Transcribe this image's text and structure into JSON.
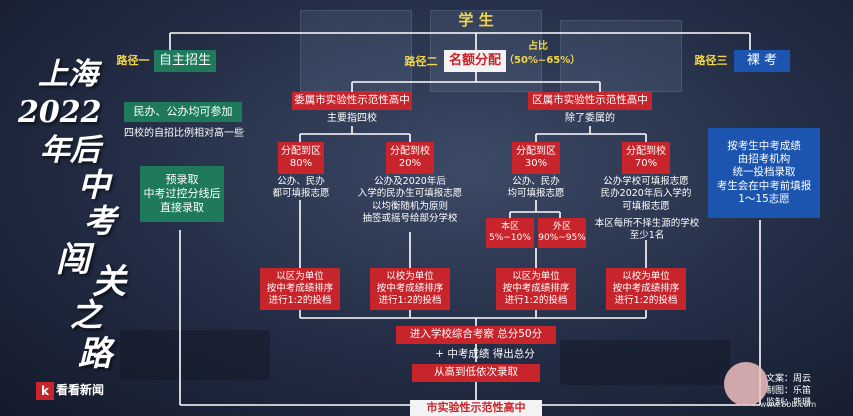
{
  "title": {
    "line1": "上海",
    "line2": "2022",
    "line3": "年后",
    "big1": "中",
    "big2": "考",
    "big3": "闯",
    "big4": "关",
    "big5": "之",
    "big6": "路"
  },
  "top": {
    "label": "学 生"
  },
  "path1": {
    "tag": "路径一",
    "name": "自主招生",
    "desc_head": "民办、公办均可参加",
    "desc": "四校的自招比例相对高一些",
    "pre": "预录取\n中考过控分线后\n直接录取"
  },
  "path2": {
    "tag": "路径二",
    "name": "名额分配",
    "ratio_label": "占比",
    "ratio": "（50%~65%）"
  },
  "path3": {
    "tag": "路径三",
    "name": "裸 考",
    "desc": "按考生中考成绩\n由招考机构\n统一投档录取\n考生会在中考前填报\n1～15志愿"
  },
  "left_branch": {
    "title": "委属市实验性示范性高中",
    "note": "主要指四校",
    "a": {
      "head": "分配到区",
      "pct": "80%",
      "desc": "公办、民办\n都可填报志愿"
    },
    "b": {
      "head": "分配到校",
      "pct": "20%",
      "desc": "公办及2020年后\n入学的民办生可填报志愿\n以均衡随机为原则\n抽签或摇号给部分学校"
    }
  },
  "right_branch": {
    "title": "区属市实验性示范性高中",
    "note": "除了委属的",
    "a": {
      "head": "分配到区",
      "pct": "30%",
      "desc": "公办、民办\n均可填报志愿"
    },
    "b": {
      "head": "分配到校",
      "pct": "70%",
      "desc": "公办学校可填报志愿\n民办2020年后入学的\n可填报志愿"
    },
    "local": {
      "head": "本区",
      "pct": "5%~10%"
    },
    "other": {
      "head": "外区",
      "pct": "90%~95%"
    },
    "extra": "本区每所不择生源的学校\n至少1名"
  },
  "rank_box": {
    "district": "以区为单位\n按中考成绩排序\n进行1:2的投档",
    "school": "以校为单位\n按中考成绩排序\n进行1:2的投档"
  },
  "bottom": {
    "step1": "进入学校综合考察  总分50分",
    "step2": "+ 中考成绩  得出总分",
    "step3": "从高到低依次录取",
    "final": "市实验性示范性高中"
  },
  "footer": {
    "brand": "看看新闻",
    "credit1": "文案：周云",
    "credit2": "制图：乐笛",
    "credit3": "监制：熊珊",
    "watermark": "www.8bb.com"
  },
  "colors": {
    "red": "#c8242b",
    "green": "#1e7a5a",
    "blue": "#1c55b0",
    "yellow": "#f2d64b"
  }
}
